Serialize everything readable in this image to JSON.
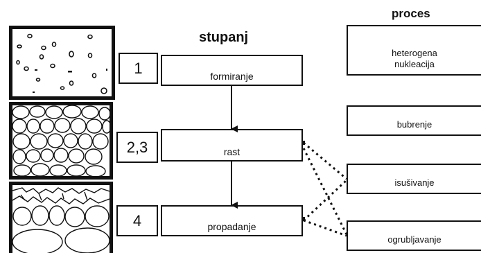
{
  "headings": {
    "stage": "stupanj",
    "process": "proces"
  },
  "stages": [
    {
      "number": "1",
      "name": "formiranje"
    },
    {
      "number": "2,3",
      "name": "rast"
    },
    {
      "number": "4",
      "name": "propadanje"
    }
  ],
  "processes": [
    {
      "line1": "heterogena",
      "line2": "nukleacija"
    },
    {
      "line1": "bubrenje",
      "line2": ""
    },
    {
      "line1": "isušivanje",
      "line2": ""
    },
    {
      "line1": "ogrubljavanje",
      "line2": ""
    }
  ]
}
